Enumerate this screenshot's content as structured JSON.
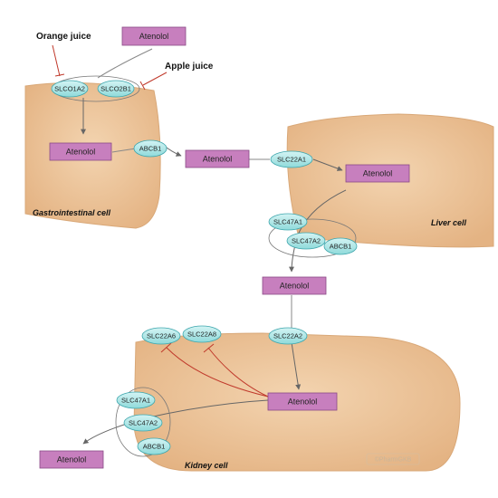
{
  "juices": {
    "orange": "Orange juice",
    "apple": "Apple juice"
  },
  "drug": "Atenolol",
  "cells": {
    "gastrointestinal": "Gastrointestinal cell",
    "liver": "Liver cell",
    "kidney": "Kidney cell"
  },
  "transporters": {
    "slco1a2": "SLCO1A2",
    "slco2b1": "SLCO2B1",
    "abcb1": "ABCB1",
    "slc22a1": "SLC22A1",
    "slc47a1": "SLC47A1",
    "slc47a2": "SLC47A2",
    "slc22a6": "SLC22A6",
    "slc22a8": "SLC22A8",
    "slc22a2": "SLC22A2"
  },
  "watermark": "©PharmGKB",
  "colors": {
    "cell_fill": "#eec9a0",
    "cell_edge": "#d9a878",
    "drug_fill": "#c77fbe",
    "drug_edge": "#8a4a86",
    "transporter_fill": "#a9e4e4",
    "transporter_edge": "#3ea6ad",
    "inhibition": "#c0392b",
    "arrow": "#666666"
  }
}
